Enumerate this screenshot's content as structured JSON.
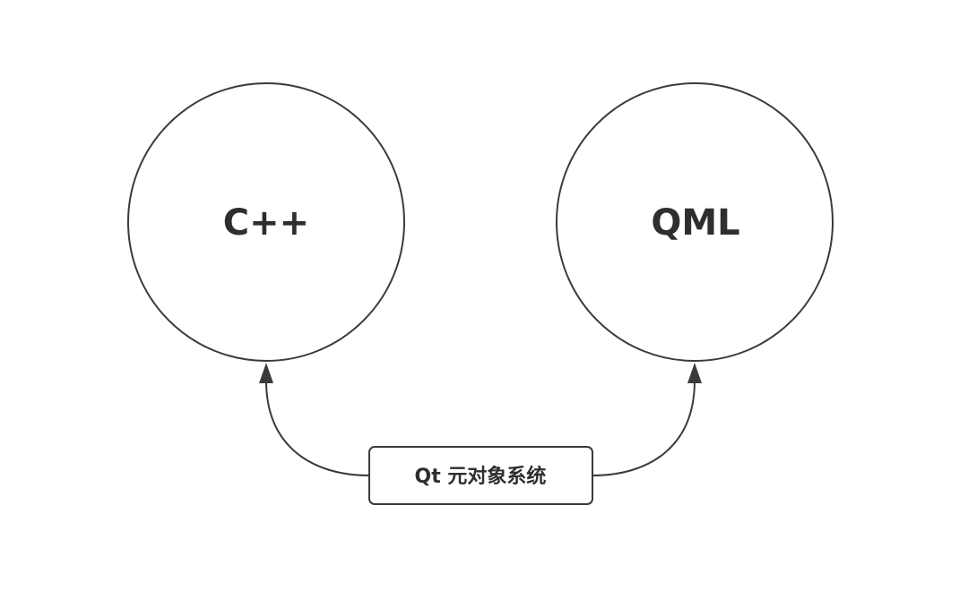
{
  "diagram": {
    "nodes": {
      "cpp": {
        "label": "C++"
      },
      "qml": {
        "label": "QML"
      },
      "meta": {
        "label": "Qt 元对象系统"
      }
    },
    "edges": [
      {
        "from": "meta",
        "to": "cpp"
      },
      {
        "from": "meta",
        "to": "qml"
      }
    ],
    "colors": {
      "stroke": "#3a3a3a",
      "text": "#2e2e2e",
      "background": "#ffffff"
    }
  }
}
